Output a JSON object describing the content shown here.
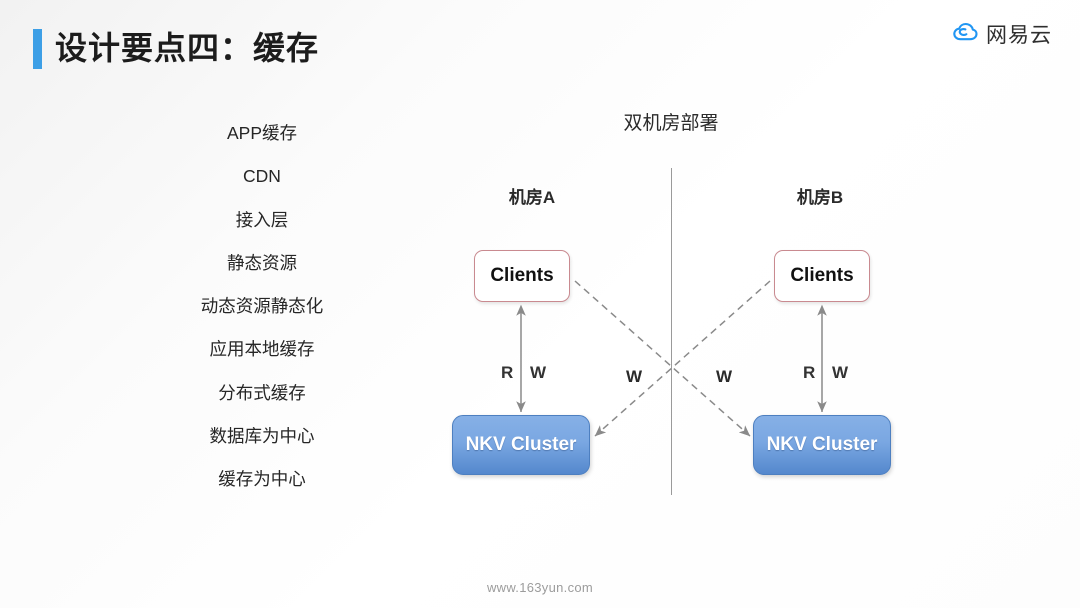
{
  "header": {
    "title": "设计要点四：缓存",
    "accent_color": "#3d9fe6",
    "brand_name": "网易云",
    "brand_icon": "cloud-icon"
  },
  "cache_list": {
    "items": [
      {
        "label": "APP缓存"
      },
      {
        "label": "CDN"
      },
      {
        "label": "接入层"
      },
      {
        "label": "静态资源"
      },
      {
        "label": "动态资源静态化"
      },
      {
        "label": "应用本地缓存"
      },
      {
        "label": "分布式缓存"
      },
      {
        "label": "数据库为中心"
      },
      {
        "label": "缓存为中心"
      }
    ]
  },
  "diagram": {
    "title": "双机房部署",
    "rooms": [
      {
        "label": "机房A"
      },
      {
        "label": "机房B"
      }
    ],
    "nodes": {
      "clients_a": "Clients",
      "clients_b": "Clients",
      "nkv_a": "NKV Cluster",
      "nkv_b": "NKV Cluster"
    },
    "edge_labels": {
      "local_a": "R W",
      "local_b": "R W",
      "cross_left": "W",
      "cross_right": "W"
    },
    "colors": {
      "clients_border": "#c98a90",
      "nkv_fill_top": "#86b0e6",
      "nkv_fill_bottom": "#5488cd",
      "arrow": "#8a8a8a",
      "divider": "#9a9a9a"
    }
  },
  "footer": {
    "url": "www.163yun.com"
  }
}
